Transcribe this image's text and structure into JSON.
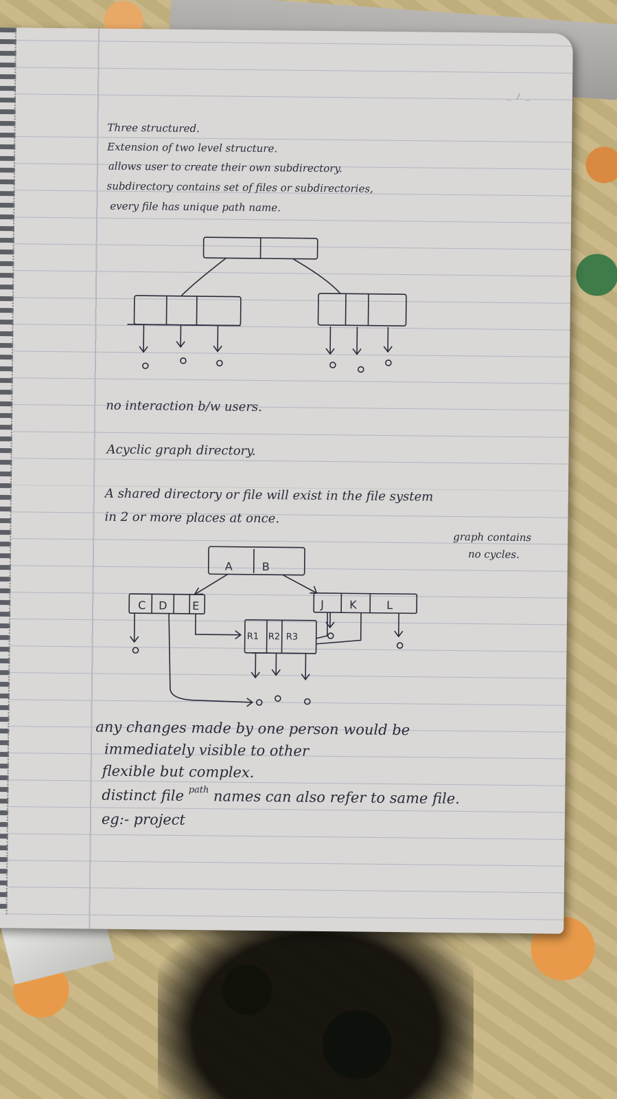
{
  "photo": {
    "subject": "notebook-page-photo",
    "page_date_placeholder": "_ / _"
  },
  "notes": {
    "heading_tree": "Three structured.",
    "line_1": "Extension of two level structure.",
    "line_2": "allows user to create their own subdirectory.",
    "line_3": "subdirectory contains set of files or subdirectories,",
    "line_4": "every file has unique path name.",
    "tree_note": "no interaction b/w users.",
    "heading_acyclic": "Acyclic graph directory.",
    "acyclic_line_1": "A shared directory or file will exist in the file system",
    "acyclic_line_2": "in 2 or more places at once.",
    "side_note_1": "graph contains",
    "side_note_2": "no cycles.",
    "bottom_line_1": "any changes made by one person would be",
    "bottom_line_2": "immediately visible to other",
    "bottom_line_3": "flexible but complex.",
    "bottom_line_4_part_a": "distinct file",
    "bottom_line_4_insert": "path",
    "bottom_line_4_part_b": "names can also refer to same file.",
    "bottom_line_5": "eg:- project"
  },
  "diagram": {
    "root_left": "A",
    "root_right": "B",
    "left_cells": [
      "C",
      "D",
      "E"
    ],
    "right_cells": [
      "J",
      "K",
      "L"
    ],
    "shared_cells": [
      "R1",
      "R2",
      "R3"
    ]
  },
  "colors": {
    "ink": "#2b2a3a",
    "paper": "#d9d8d6",
    "rule_line": "#b3b5c3"
  }
}
